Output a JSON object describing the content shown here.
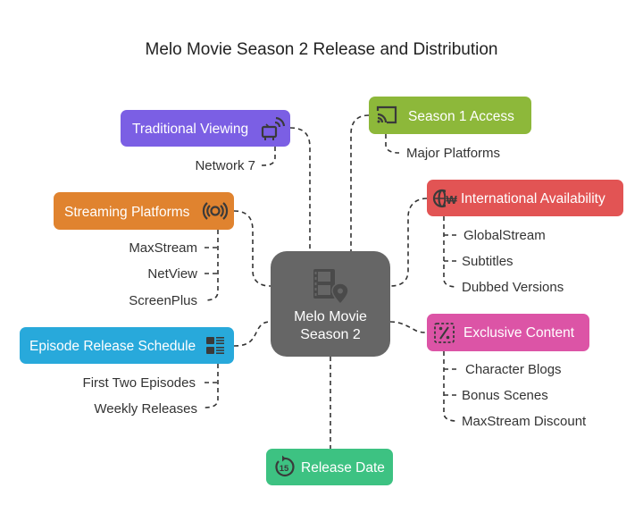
{
  "title": "Melo Movie Season 2 Release and Distribution",
  "center": {
    "line1": "Melo Movie",
    "line2": "Season 2",
    "icon": "film-location-icon",
    "color": "#666666"
  },
  "branches": [
    {
      "id": "traditional-viewing",
      "label": "Traditional Viewing",
      "icon": "tv-icon",
      "color": "#7B5FE4",
      "items": [
        "Network 7"
      ]
    },
    {
      "id": "season-1-access",
      "label": "Season 1 Access",
      "icon": "cast-icon",
      "color": "#8DB83A",
      "items": [
        "Major Platforms"
      ]
    },
    {
      "id": "streaming-platforms",
      "label": "Streaming Platforms",
      "icon": "broadcast-icon",
      "color": "#E0832F",
      "items": [
        "MaxStream",
        "NetView",
        "ScreenPlus"
      ]
    },
    {
      "id": "international-availability",
      "label": "International Availability",
      "icon": "globe-currency-icon",
      "color": "#E25454",
      "items": [
        "GlobalStream",
        "Subtitles",
        "Dubbed Versions"
      ]
    },
    {
      "id": "episode-release-schedule",
      "label": "Episode Release Schedule",
      "icon": "list-view-icon",
      "color": "#28A9DB",
      "items": [
        "First Two Episodes",
        "Weekly Releases"
      ]
    },
    {
      "id": "exclusive-content",
      "label": "Exclusive Content",
      "icon": "discount-icon",
      "color": "#DC54A6",
      "items": [
        "Character Blogs",
        "Bonus Scenes",
        "MaxStream Discount"
      ]
    },
    {
      "id": "release-date",
      "label": "Release Date",
      "icon": "replay-15-icon",
      "color": "#3DC282",
      "items": []
    }
  ]
}
